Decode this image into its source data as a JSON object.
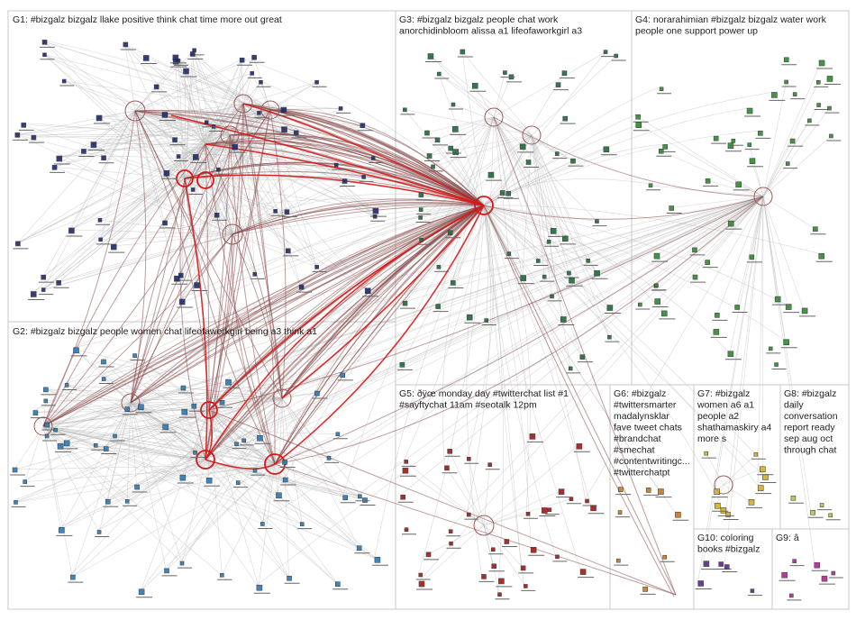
{
  "groups": [
    {
      "id": "G1",
      "label": "G1: #bizgalz bizgalz llake positive think chat time more out great",
      "color": "#1e2a6e",
      "lines": [
        "G1: #bizgalz bizgalz llake positive think chat time more out great"
      ]
    },
    {
      "id": "G2",
      "label": "G2: #bizgalz bizgalz people women chat lifeofaworkgirl being a3 think a1",
      "color": "#2a7ab8",
      "lines": [
        "G2: #bizgalz bizgalz people women chat lifeofaworkgirl being a3 think a1"
      ]
    },
    {
      "id": "G3",
      "label": "G3: #bizgalz bizgalz people chat work anorchidinbloom alissa a1 lifeofaworkgirl a3",
      "color": "#1f6b3a",
      "lines": [
        "G3: #bizgalz bizgalz people chat work",
        "anorchidinbloom alissa a1 lifeofaworkgirl a3"
      ]
    },
    {
      "id": "G4",
      "label": "G4: norarahimian #bizgalz bizgalz water work people one support power up",
      "color": "#2e8b2e",
      "lines": [
        "G4: norarahimian #bizgalz bizgalz water work",
        "people one support power up"
      ]
    },
    {
      "id": "G5",
      "label": "G5: ðÿœ monday day #twitterchat list #1 #sayftychat 11am #seotalk 12pm",
      "color": "#a01818",
      "lines": [
        "G5: ðÿœ monday day #twitterchat list #1",
        "#sayftychat 11am #seotalk 12pm"
      ]
    },
    {
      "id": "G6",
      "label": "G6: #bizgalz #twittersmarter madalynsklar fave tweet chats #brandchat #smechat #contentwritingc... #twitterchatpt",
      "color": "#c87820",
      "lines": [
        "G6: #bizgalz",
        "#twittersmarter",
        "madalynsklar",
        "fave tweet chats",
        "#brandchat",
        "#smechat",
        "#contentwritingc...",
        "#twitterchatpt"
      ]
    },
    {
      "id": "G7",
      "label": "G7: #bizgalz women a6 a1 people a2 shathamaskiry a4 more s",
      "color": "#d4b020",
      "lines": [
        "G7: #bizgalz",
        "women a6 a1",
        "people a2",
        "shathamaskiry a4",
        "more s"
      ]
    },
    {
      "id": "G8",
      "label": "G8: #bizgalz daily conversation report ready sep aug oct through chat",
      "color": "#b8c050",
      "lines": [
        "G8: #bizgalz",
        "daily",
        "conversation",
        "report ready",
        "sep aug oct",
        "through chat"
      ]
    },
    {
      "id": "G9",
      "label": "G9: â",
      "color": "#b02890",
      "lines": [
        "G9: â"
      ]
    },
    {
      "id": "G10",
      "label": "G10: coloring books #bizgalz",
      "color": "#5a2a8a",
      "lines": [
        "G10: coloring",
        "books #bizgalz"
      ]
    }
  ]
}
